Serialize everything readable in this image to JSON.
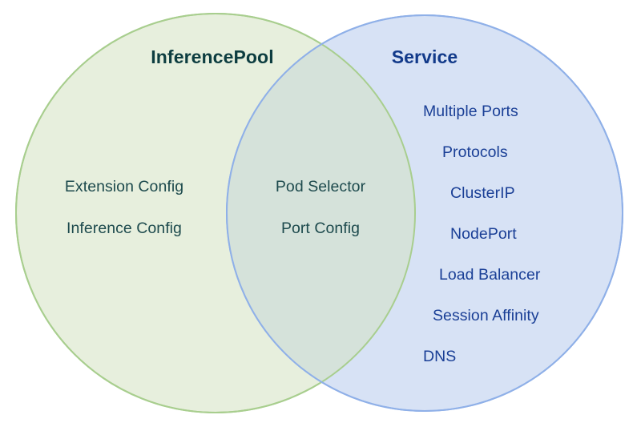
{
  "diagram": {
    "type": "venn",
    "background_color": "#ffffff",
    "left_circle": {
      "title": "InferencePool",
      "title_color": "#0d3d40",
      "fill_color": "#e7efdd",
      "stroke_color": "#a8ce8e",
      "text_color": "#1d4a4d",
      "items": [
        "Extension Config",
        "Inference Config"
      ]
    },
    "right_circle": {
      "title": "Service",
      "title_color": "#123a8a",
      "fill_color": "#d7e2f5",
      "stroke_color": "#8fb0e8",
      "text_color": "#1a3f96",
      "items": [
        "Multiple Ports",
        "Protocols",
        "ClusterIP",
        "NodePort",
        "Load Balancer",
        "Session Affinity",
        "DNS"
      ]
    },
    "intersection": {
      "fill_color": "#d5e2da",
      "text_color": "#1d4a4d",
      "items": [
        "Pod Selector",
        "Port Config"
      ]
    }
  }
}
